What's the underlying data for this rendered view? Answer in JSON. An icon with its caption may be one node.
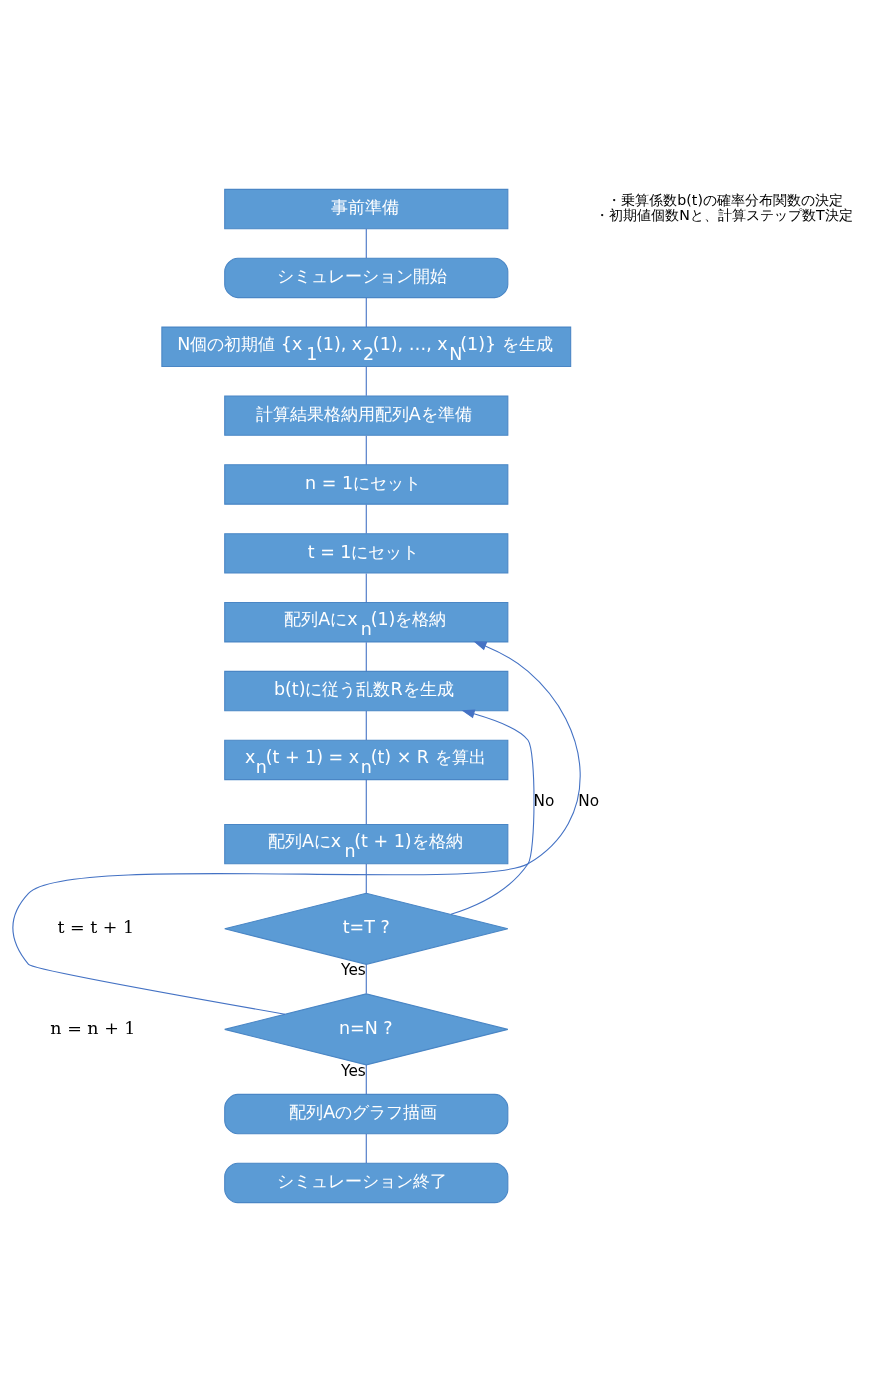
{
  "diagram": {
    "nodes": [
      {
        "text": [
          "事前準備"
        ],
        "beside": [
          "・乗算係数b(t)の確率分布関数の決定",
          "・初期値個数Nと、計算ステップ数T決定"
        ]
      },
      {
        "text": [
          "シミュレーション開始"
        ]
      },
      {
        "text": [
          "N個の初期値 {x$_{1}$(1), x$_{2}$(1), …, x$_{N}$(1)} を生成"
        ]
      },
      {
        "text": [
          "計算結果格納用配列Aを準備"
        ]
      },
      {
        "text": [
          "n = 1にセット"
        ]
      },
      {
        "text": [
          "t = 1にセット"
        ]
      },
      {
        "text": [
          "配列Aにx$_{n}$(1)を格納"
        ]
      },
      {
        "text": [
          "b(t)に従う乱数Rを生成"
        ]
      },
      {
        "text": [
          "x$_{n}$(t + 1) = x$_{n}$(t) × R を算出"
        ]
      },
      {
        "text": [
          "配列Aにx$_{n}$(t + 1)を格納"
        ]
      },
      {
        "text": [
          "t=T ?"
        ]
      },
      {
        "text": [
          "n=N ?"
        ]
      },
      {
        "text": [
          "配列Aのグラフ描画"
        ]
      },
      {
        "text": [
          "シミュレーション終了"
        ]
      }
    ],
    "edges": [
      {
        "from": 0,
        "to": 1,
        "arrow": "none"
      },
      {
        "from": 1,
        "to": 2,
        "arrow": "none"
      },
      {
        "from": 2,
        "to": 3,
        "arrow": "none"
      },
      {
        "from": 3,
        "to": 4,
        "arrow": "none"
      },
      {
        "from": 4,
        "to": 5,
        "arrow": "none"
      },
      {
        "from": 5,
        "to": 6,
        "arrow": "none"
      },
      {
        "from": 6,
        "to": 7,
        "arrow": "none"
      },
      {
        "from": 7,
        "to": 8,
        "arrow": "none"
      },
      {
        "from": 8,
        "to": 9,
        "arrow": "none"
      },
      {
        "from": 9,
        "to": 10,
        "arrow": "none"
      },
      {
        "from": 10,
        "to": 7,
        "arrow": "to",
        "label": "No"
      },
      {
        "from": 10,
        "to": 11,
        "arrow": "none",
        "label": "Yes"
      },
      {
        "from": 11,
        "to": 6,
        "arrow": "to",
        "label": "No"
      },
      {
        "from": 11,
        "to": 12,
        "arrow": "none",
        "label": "Yes"
      },
      {
        "from": 12,
        "to": 13,
        "arrow": "none"
      }
    ],
    "labels": [
      "t = t + 1",
      "n = n + 1"
    ]
  }
}
